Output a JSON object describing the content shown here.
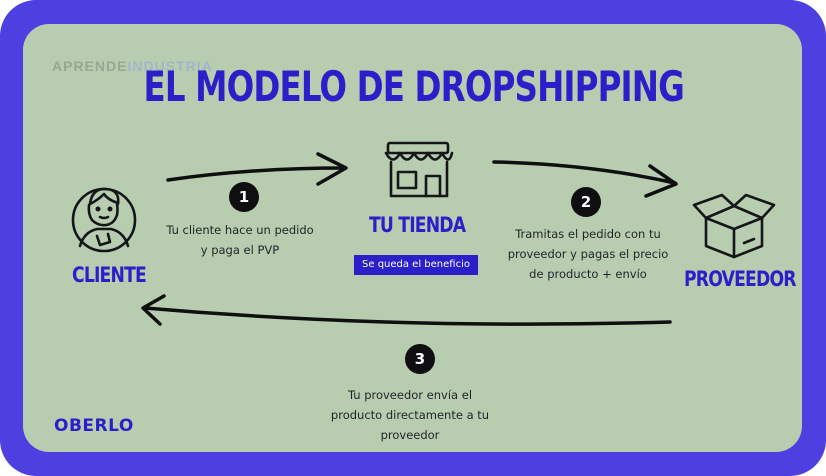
{
  "watermark": {
    "part1": "APRENDE",
    "part2": "INDUSTRIA"
  },
  "title": "EL MODELO DE DROPSHIPPING",
  "nodes": {
    "client": "CLIENTE",
    "store": "TU TIENDA",
    "store_badge": "Se queda el beneficio",
    "supplier": "PROVEEDOR"
  },
  "steps": [
    {
      "number": "1",
      "lines": [
        "Tu cliente hace un pedido",
        "y paga el PVP"
      ]
    },
    {
      "number": "2",
      "lines": [
        "Tramitas el pedido con tu",
        "proveedor y pagas el precio",
        "de producto + envío"
      ]
    },
    {
      "number": "3",
      "lines": [
        "Tu proveedor envía el",
        "producto directamente a tu",
        "proveedor"
      ]
    }
  ],
  "brand": "OBERLO",
  "colors": {
    "frame": "#4d3fe0",
    "background": "#b8cdb0",
    "accent": "#2a1fc8",
    "text": "#1f2329"
  },
  "icons": [
    "person-icon",
    "storefront-icon",
    "open-box-icon"
  ]
}
